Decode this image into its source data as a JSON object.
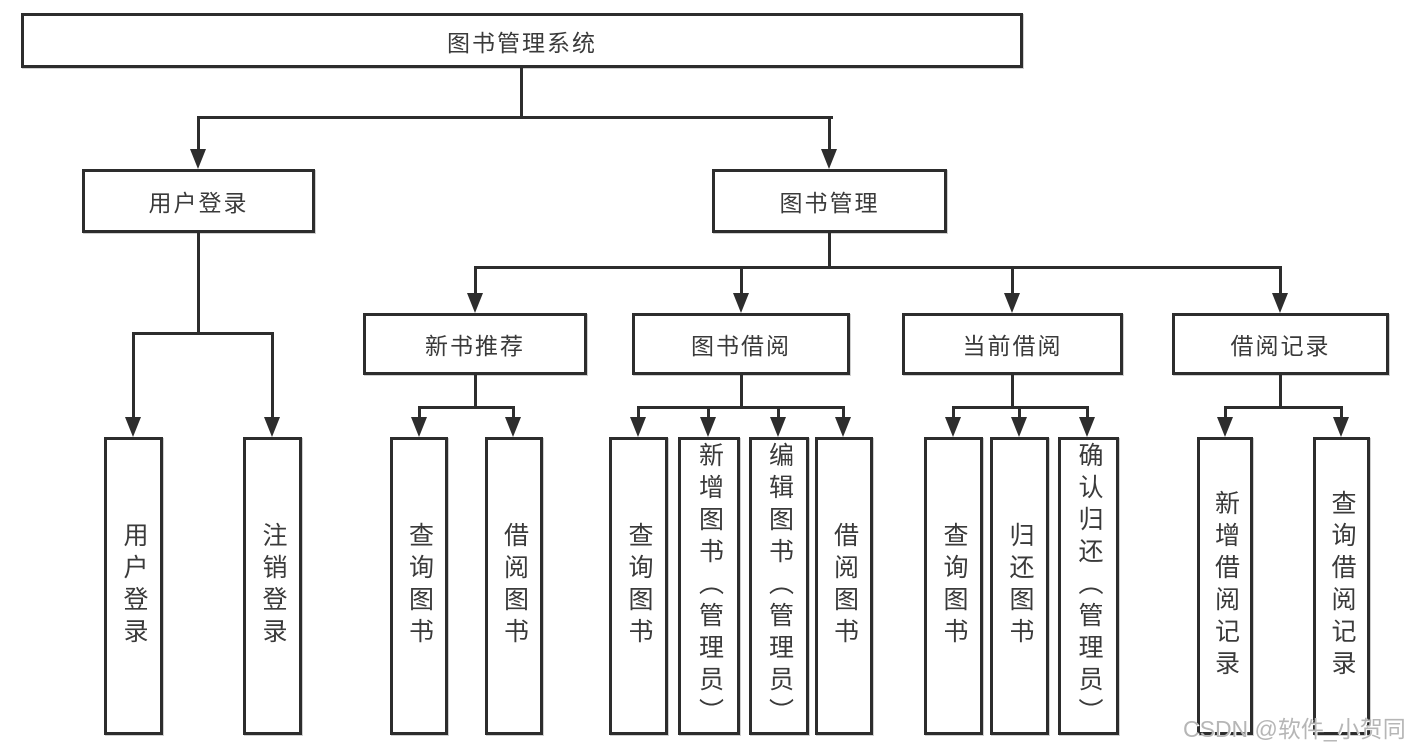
{
  "diagram": {
    "title": "图书管理系统",
    "branches": [
      {
        "label": "用户登录",
        "leaves": [
          "用户登录",
          "注销登录"
        ]
      },
      {
        "label": "图书管理",
        "groups": [
          {
            "label": "新书推荐",
            "leaves": [
              "查询图书",
              "借阅图书"
            ]
          },
          {
            "label": "图书借阅",
            "leaves": [
              "查询图书",
              "新增图书（管理员）",
              "编辑图书（管理员）",
              "借阅图书"
            ]
          },
          {
            "label": "当前借阅",
            "leaves": [
              "查询图书",
              "归还图书",
              "确认归还（管理员）"
            ]
          },
          {
            "label": "借阅记录",
            "leaves": [
              "新增借阅记录",
              "查询借阅记录"
            ]
          }
        ]
      }
    ]
  },
  "watermark": {
    "text": "CSDN @软件_小贺同学"
  },
  "colors": {
    "line": "#2d2d2d",
    "text": "#3a3a3a",
    "box_background": "#ffffff",
    "watermark": "#b6b6b6"
  }
}
